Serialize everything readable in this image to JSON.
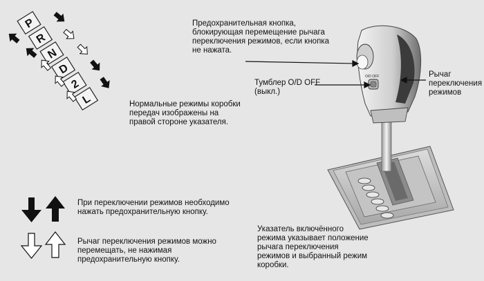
{
  "labels": {
    "lock_button": "Предохранительная кнопка,\nблокирующая перемещение рычага\nпереключения режимов, если кнопка\nне нажата.",
    "od_switch": "Тумблер O/D OFF\n(выкл.)",
    "lever": "Рычаг\nпереключения\nрежимов",
    "normal_modes": "Нормальные режимы коробки\nпередач изображены на\nправой стороне указателя.",
    "press_needed": "При переключении режимов необходимо\nнажать предохранительную кнопку.",
    "no_press": "Рычаг переключения режимов можно\nперемещать, не нажимая\nпредохранительную кнопку.",
    "indicator": "Указатель включённого\nрежима указывает положение\nрычага переключения\nрежимов и выбранный режим\nкоробки.",
    "od_off_marking": "O/D OFF"
  },
  "gear_positions": [
    "P",
    "R",
    "N",
    "D",
    "2",
    "L"
  ],
  "colors": {
    "background": "#e6e6e6",
    "arrow_dark": "#111111",
    "arrow_light": "#ffffff",
    "lever_body": "#d4d4d4"
  }
}
